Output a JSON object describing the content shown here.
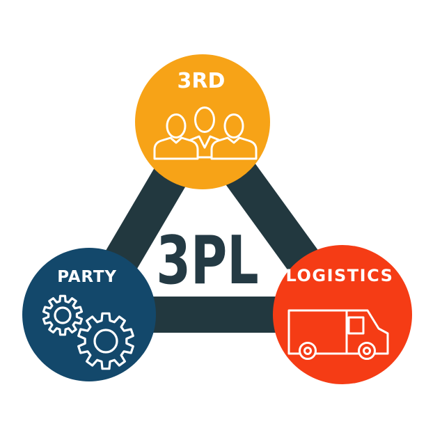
{
  "title": "3PL acronym diagram",
  "background": "#FFFFFF",
  "connector": {
    "color": "#22383F",
    "thickness": 52
  },
  "center": {
    "acronym": "3PL",
    "color": "#243A44"
  },
  "nodes": [
    {
      "id": "third",
      "label": "3RD",
      "icon": "people-icon",
      "color": "#F7A317",
      "text_color": "#FFFFFF"
    },
    {
      "id": "party",
      "label": "PARTY",
      "icon": "gears-icon",
      "color": "#13486B",
      "text_color": "#FFFFFF"
    },
    {
      "id": "logistics",
      "label": "LOGISTICS",
      "icon": "truck-icon",
      "color": "#F53C15",
      "text_color": "#FFFFFF"
    }
  ]
}
